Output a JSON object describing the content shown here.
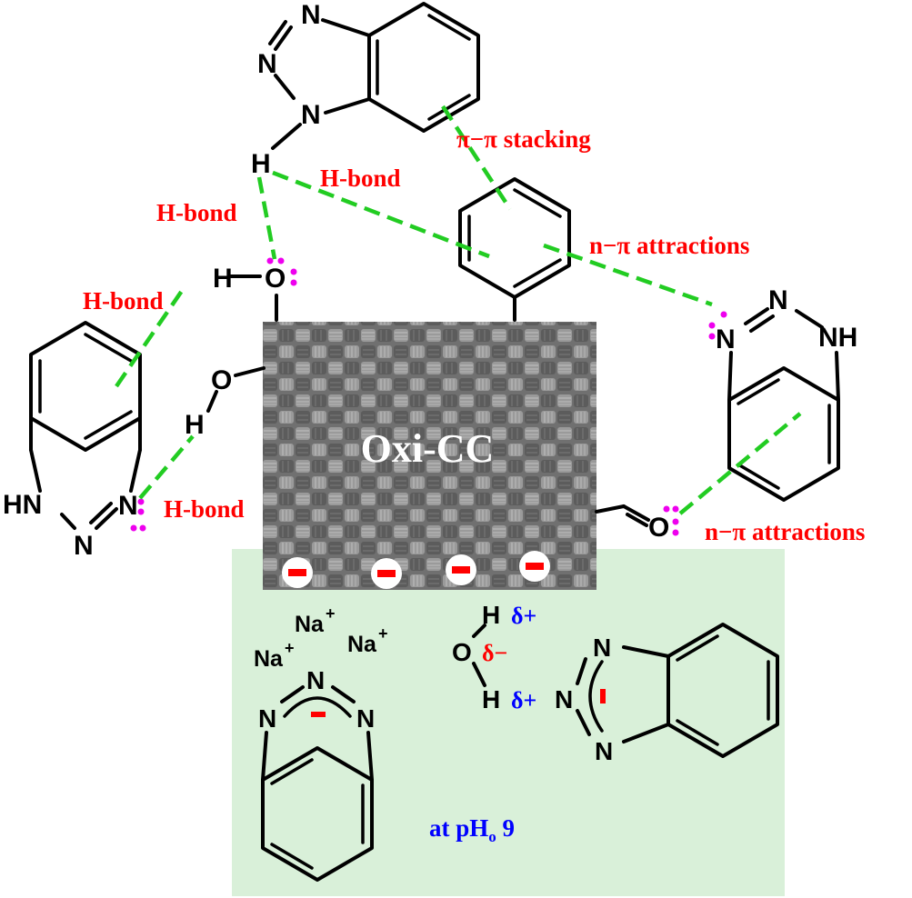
{
  "colors": {
    "interaction_line": "#22cc22",
    "label_red": "#ff0000",
    "label_blue": "#0000ff",
    "lone_pair": "#ee00ee",
    "panel_fill": "#d9f0d9",
    "surface_fill": "#6f6f6f"
  },
  "labels": {
    "pi_pi": "π−π stacking",
    "hbond_top": "H-bond",
    "hbond_left_top": "H-bond",
    "hbond_left": "H-bond",
    "hbond_bottom": "H-bond",
    "n_pi_top": "n−π attractions",
    "n_pi_bottom": "n−π attractions",
    "surface": "Oxi-CC",
    "ph_prefix": "at pH",
    "ph_sub": "o",
    "ph_value": " 9",
    "delta_plus_1": "δ+",
    "delta_minus": "δ−",
    "delta_plus_2": "δ+"
  },
  "atoms": {
    "N": "N",
    "H": "H",
    "O": "O",
    "NH": "NH",
    "HN": "HN",
    "Na": "Na",
    "plus": "+",
    "minus": "-"
  },
  "surface_charges": [
    "-",
    "-",
    "-",
    "-"
  ]
}
